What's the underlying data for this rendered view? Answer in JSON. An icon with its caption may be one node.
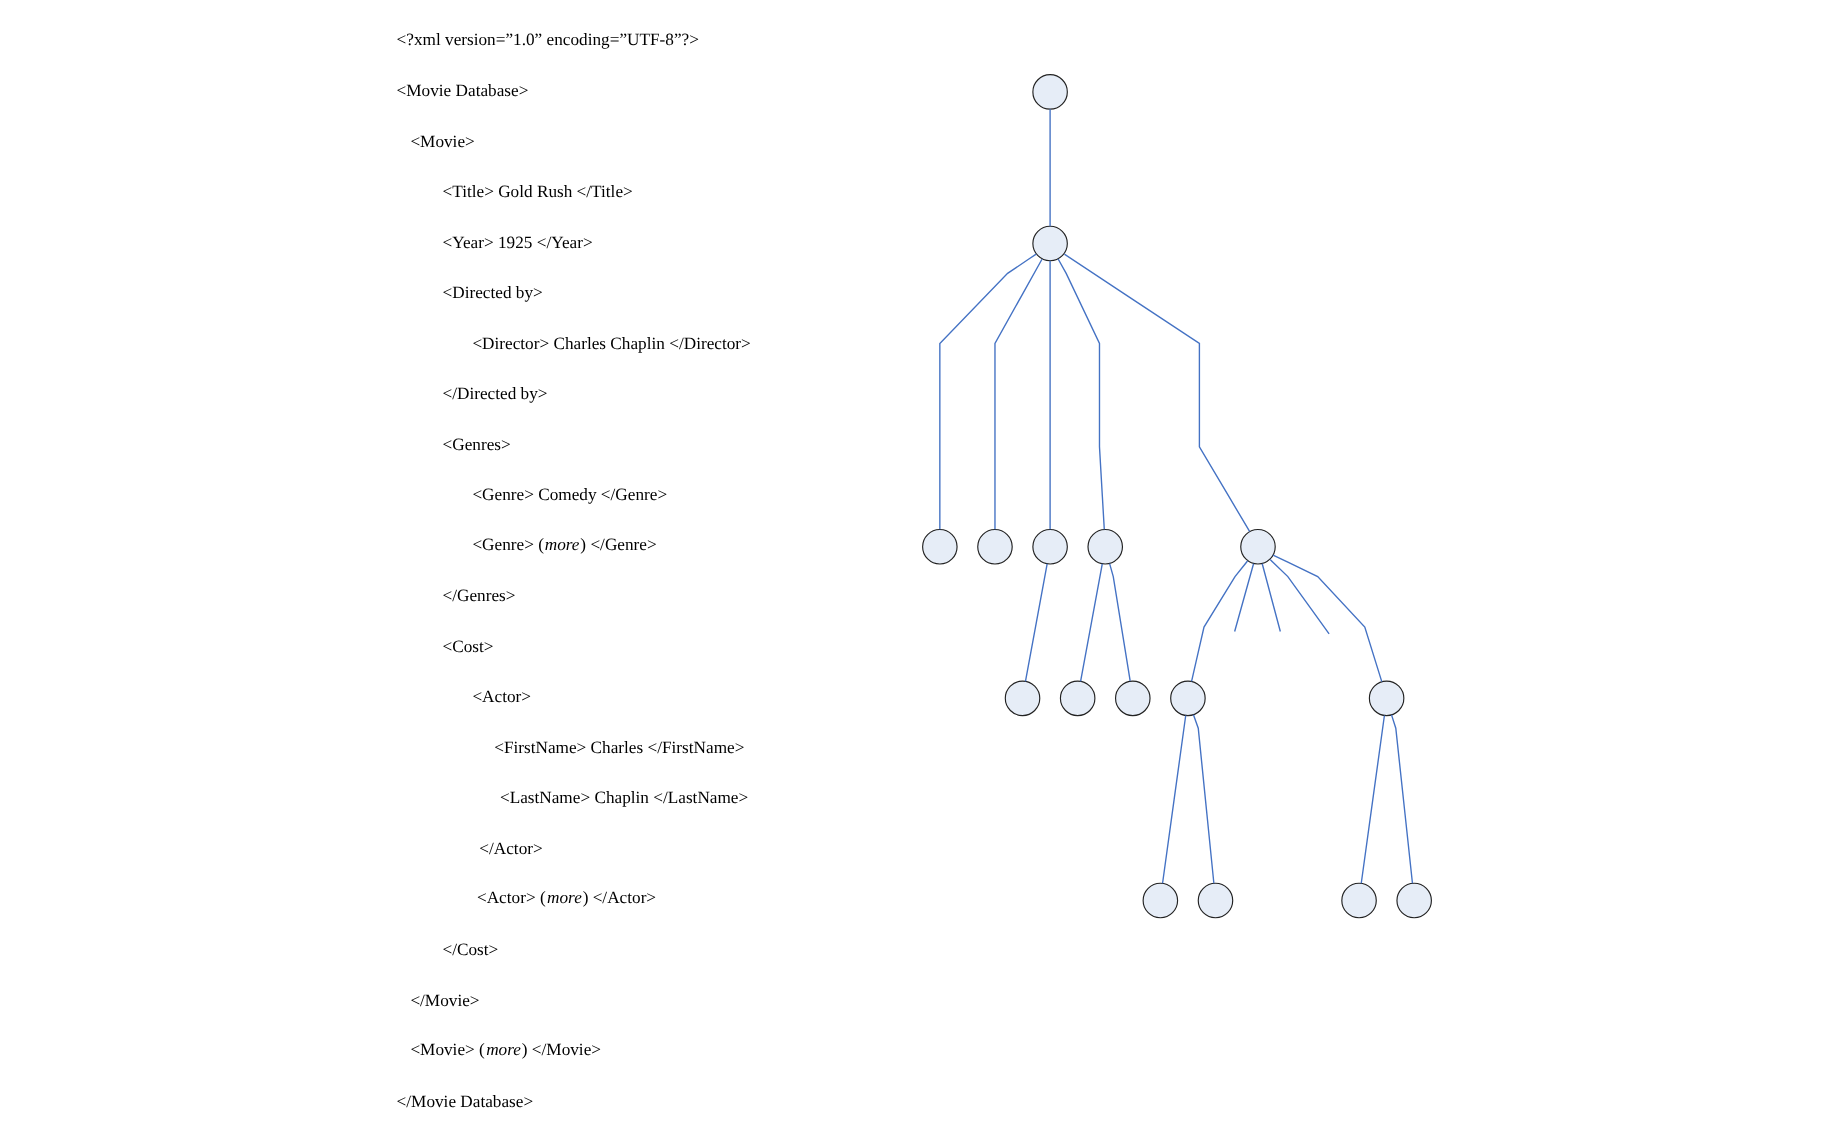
{
  "diagram": {
    "nodes": [
      {
        "text": [],
        "shape": "circle"
      },
      {
        "text": [],
        "shape": "circle"
      },
      {
        "text": [],
        "shape": "circle"
      },
      {
        "text": [],
        "shape": "circle"
      },
      {
        "text": [],
        "shape": "circle"
      },
      {
        "text": [],
        "shape": "circle"
      },
      {
        "text": [],
        "shape": "circle"
      },
      {
        "text": [],
        "shape": "circle"
      },
      {
        "text": [],
        "shape": "circle"
      },
      {
        "text": [],
        "shape": "circle"
      },
      {
        "text": [],
        "shape": "circle"
      },
      {
        "text": [],
        "shape": "circle"
      },
      {
        "text": [],
        "shape": "circle"
      },
      {
        "text": [],
        "shape": "circle"
      },
      {
        "text": [],
        "shape": "circle"
      },
      {
        "text": [],
        "shape": "circle"
      }
    ],
    "edges": [
      {
        "from": 0,
        "to": 1,
        "arrow": "none"
      },
      {
        "from": 1,
        "to": 2,
        "arrow": "none"
      },
      {
        "from": 1,
        "to": 3,
        "arrow": "none"
      },
      {
        "from": 1,
        "to": 4,
        "arrow": "none"
      },
      {
        "from": 1,
        "to": 5,
        "arrow": "none"
      },
      {
        "from": 1,
        "to": 6,
        "arrow": "none"
      },
      {
        "from": 4,
        "to": 7,
        "arrow": "none"
      },
      {
        "from": 5,
        "to": 8,
        "arrow": "none"
      },
      {
        "from": 5,
        "to": 9,
        "arrow": "none"
      },
      {
        "from": 6,
        "to": 10,
        "arrow": "none"
      },
      {
        "from": 6,
        "to": null,
        "arrow": "none"
      },
      {
        "from": 6,
        "to": null,
        "arrow": "none"
      },
      {
        "from": 6,
        "to": null,
        "arrow": "none"
      },
      {
        "from": 6,
        "to": 11,
        "arrow": "none"
      },
      {
        "from": 10,
        "to": 12,
        "arrow": "none"
      },
      {
        "from": 10,
        "to": 13,
        "arrow": "none"
      },
      {
        "from": 11,
        "to": 14,
        "arrow": "none"
      },
      {
        "from": 11,
        "to": 15,
        "arrow": "none"
      }
    ],
    "labels": [
      "<?xml version=”1.0” encoding=”UTF-8”?>",
      "<Movie Database>",
      "<Movie>",
      "<Title> Gold Rush </Title>",
      "<Year> 1925 </Year>",
      "<Directed by>",
      "<Director> Charles Chaplin </Director>",
      "</Directed by>",
      "<Genres>",
      "<Genre> Comedy </Genre>",
      "<Genre> (*more*) </Genre>",
      "</Genres>",
      "<Cost>",
      "<Actor>",
      "<FirstName> Charles </FirstName>",
      "<LastName> Chaplin </LastName>",
      "</Actor>",
      "<Actor> (*more*) </Actor>",
      "</Cost>",
      "</Movie>",
      "<Movie> (*more*) </Movie>",
      "</Movie Database>"
    ]
  }
}
